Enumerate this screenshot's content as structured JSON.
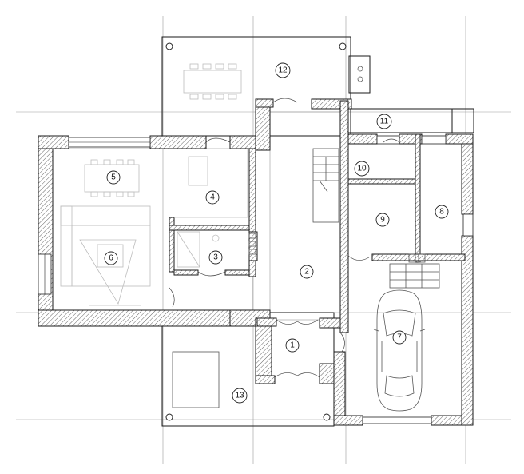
{
  "rooms": [
    {
      "id": "r1",
      "label": "1"
    },
    {
      "id": "r2",
      "label": "2"
    },
    {
      "id": "r3",
      "label": "3"
    },
    {
      "id": "r4",
      "label": "4"
    },
    {
      "id": "r5",
      "label": "5"
    },
    {
      "id": "r6",
      "label": "6"
    },
    {
      "id": "r7",
      "label": "7"
    },
    {
      "id": "r8",
      "label": "8"
    },
    {
      "id": "r9",
      "label": "9"
    },
    {
      "id": "r10",
      "label": "10"
    },
    {
      "id": "r11",
      "label": "11"
    },
    {
      "id": "r12",
      "label": "12"
    },
    {
      "id": "r13",
      "label": "13"
    }
  ],
  "icons": {
    "car": "car-icon",
    "stairs": "staircase-icon",
    "sofa": "sofa-icon",
    "table": "dining-table-icon"
  }
}
